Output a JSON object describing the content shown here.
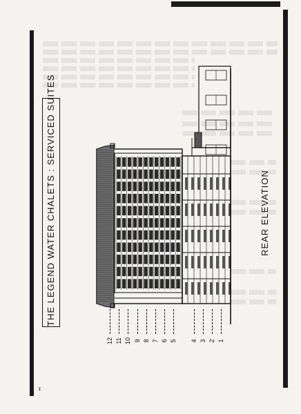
{
  "document": {
    "title": "THE LEGEND WATER CHALETS : SERVICED SUITES",
    "elevation_label": "REAR ELEVATION",
    "floor_levels": [
      "12",
      "11",
      "10",
      "9",
      "8",
      "7",
      "6",
      "5",
      "4",
      "3",
      "2",
      "1"
    ]
  }
}
